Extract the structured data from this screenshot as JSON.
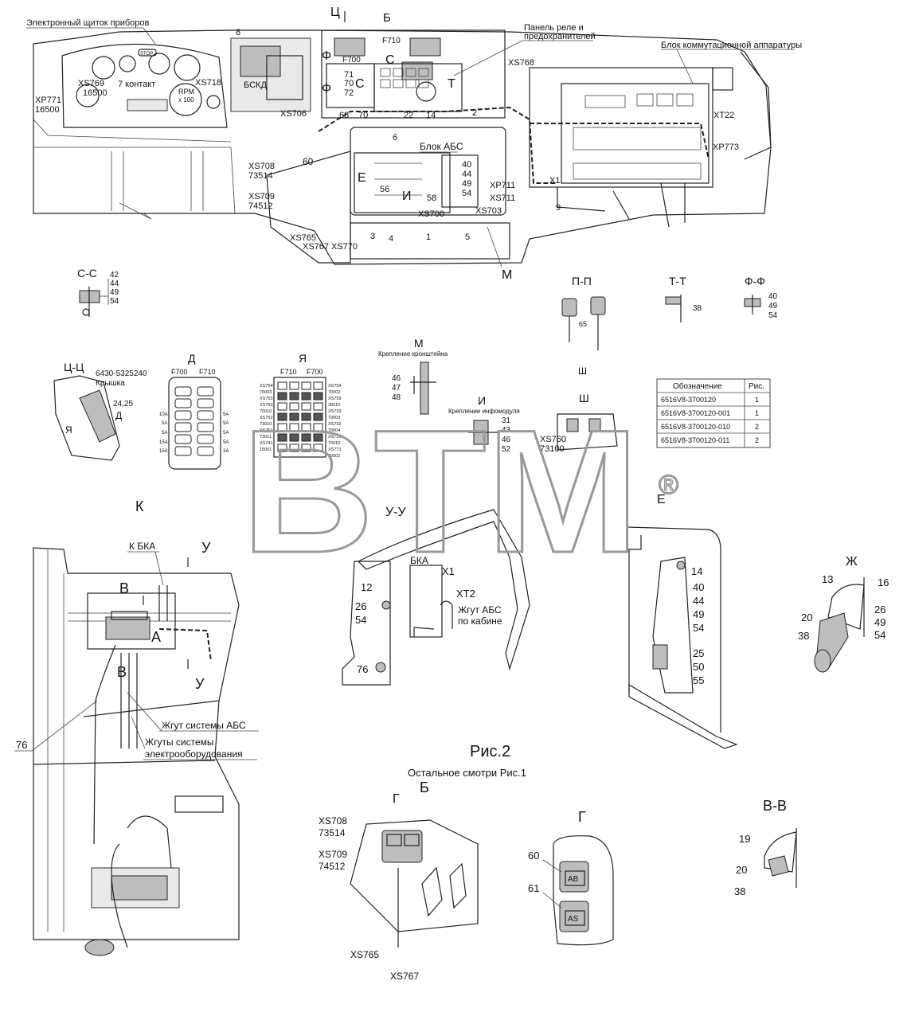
{
  "labels": {
    "dash_panel": "Электронный щиток приборов",
    "relay_panel_1": "Панель реле и",
    "relay_panel_2": "предохранителей",
    "switch_block": "Блок коммутационной аппаратуры",
    "abs_block": "Блок АБС",
    "contact7": "7 контакт",
    "bskd": "БСКД",
    "stop": "STOP",
    "rpm": "RPM",
    "x100": "x 100",
    "mount_bracket": "Крепление кронштейна",
    "mount_infomodule": "Крепление инфомодуля",
    "cover_part": "6430-5325240",
    "cover_name": "Крышка",
    "k_bka": "К БКА",
    "bka": "БКА",
    "harness_abs_cab_1": "Жгут АБС",
    "harness_abs_cab_2": "по кабине",
    "harness_abs": "Жгут системы АБС",
    "harness_elec_1": "Жгуты системы",
    "harness_elec_2": "электрооборудования",
    "fig2": "Рис.2",
    "see_fig1": "Остальное смотри Рис.1",
    "wm": "BTM",
    "reg": "®"
  },
  "connectors": {
    "xs769": "XS769",
    "xs718": "XS718",
    "xp771": "XP771",
    "n16500a": "16500",
    "n16500b": "16500",
    "xs706": "XS706",
    "xs708": "XS708",
    "n73514": "73514",
    "xs709": "XS709",
    "n74512": "74512",
    "xs765": "XS765",
    "xs767": "XS767",
    "xs770": "XS770",
    "xs700": "XS700",
    "xs703": "XS703",
    "xp711": "XP711",
    "xs711": "XS711",
    "xs768": "XS768",
    "xt22": "XT22",
    "xp773": "XP773",
    "x1": "X1",
    "xt2": "XT2",
    "xs760": "XS760",
    "n73100": "73100",
    "f710": "F710",
    "f700": "F700",
    "x1b": "X1"
  },
  "sections": {
    "ts": "Ц",
    "b": "Б",
    "f1": "Ф",
    "s1": "С",
    "f2": "Ф",
    "s2": "С",
    "t": "Т",
    "e": "Е",
    "i": "И",
    "m": "М",
    "cc": "С-С",
    "tsts": "Ц-Ц",
    "d": "Д",
    "ya": "Я",
    "yaS": "Я",
    "mm": "М",
    "pp": "П-П",
    "tt": "Т-Т",
    "ff": "Ф-Ф",
    "sh": "Ш",
    "shh": "Ш",
    "ii": "И",
    "k": "К",
    "yy": "У-У",
    "ebig": "Е",
    "zh": "Ж",
    "u1": "У",
    "u2": "У",
    "v1": "В",
    "a": "А",
    "v2": "В",
    "b2": "Б",
    "g": "Г",
    "gg": "Г",
    "vv": "В-В",
    "dS": "Д"
  },
  "numbers": {
    "n8": "8",
    "n71": "71",
    "n70": "70",
    "n72": "72",
    "n68": "68",
    "n70b": "70",
    "n22": "22",
    "n14": "14",
    "n2": "2",
    "n6": "6",
    "n60": "60",
    "n56": "56",
    "n58": "58",
    "n40": "40",
    "n44": "44",
    "n49": "49",
    "n54": "54",
    "n4": "4",
    "n1": "1",
    "n5": "5",
    "n9": "9",
    "n3": "3",
    "cc42": "42",
    "cc44": "44",
    "cc49": "49",
    "cc54": "54",
    "pp65": "65",
    "tt38": "38",
    "ff40": "40",
    "ff49": "49",
    "ff54": "54",
    "m46": "46",
    "m47": "47",
    "m48": "48",
    "i31": "31",
    "i43": "43",
    "i46": "46",
    "i52": "52",
    "c2425": "24,25",
    "yy12": "12",
    "yy26": "26",
    "yy54": "54",
    "yy76": "76",
    "e14": "14",
    "e40": "40",
    "e44": "44",
    "e49": "49",
    "e54": "54",
    "e25": "25",
    "e50": "50",
    "e55": "55",
    "zh13": "13",
    "zh16": "16",
    "zh20": "20",
    "zh26": "26",
    "zh38": "38",
    "zh49": "49",
    "zh54": "54",
    "k76": "76",
    "g60": "60",
    "g61": "61",
    "g_ab": "AB",
    "g_as": "AS",
    "vv19": "19",
    "vv20": "20",
    "vv38": "38"
  },
  "fuse_amps": [
    "10A",
    "5A",
    "5A",
    "15A",
    "15A"
  ],
  "fuse_amps_right": [
    "5A",
    "5A",
    "5A",
    "5A",
    "3A"
  ],
  "ya_left": [
    "XS754",
    "70003",
    "XS753",
    "XS750",
    "70010",
    "XS752",
    "73010",
    "XS751",
    "73011",
    "XS741",
    "15001"
  ],
  "ya_right": [
    "XS754",
    "70002",
    "XS759",
    "30010",
    "XS733",
    "73003",
    "XS732",
    "70004",
    "XS721",
    "70010",
    "XS771",
    "70002"
  ],
  "table": {
    "header": [
      "Обозначение",
      "Рис."
    ],
    "rows": [
      [
        "6516V8-3700120",
        "1"
      ],
      [
        "6516V8-3700120-001",
        "1"
      ],
      [
        "6516V8-3700120-010",
        "2"
      ],
      [
        "6516V8-3700120-011",
        "2"
      ]
    ]
  }
}
